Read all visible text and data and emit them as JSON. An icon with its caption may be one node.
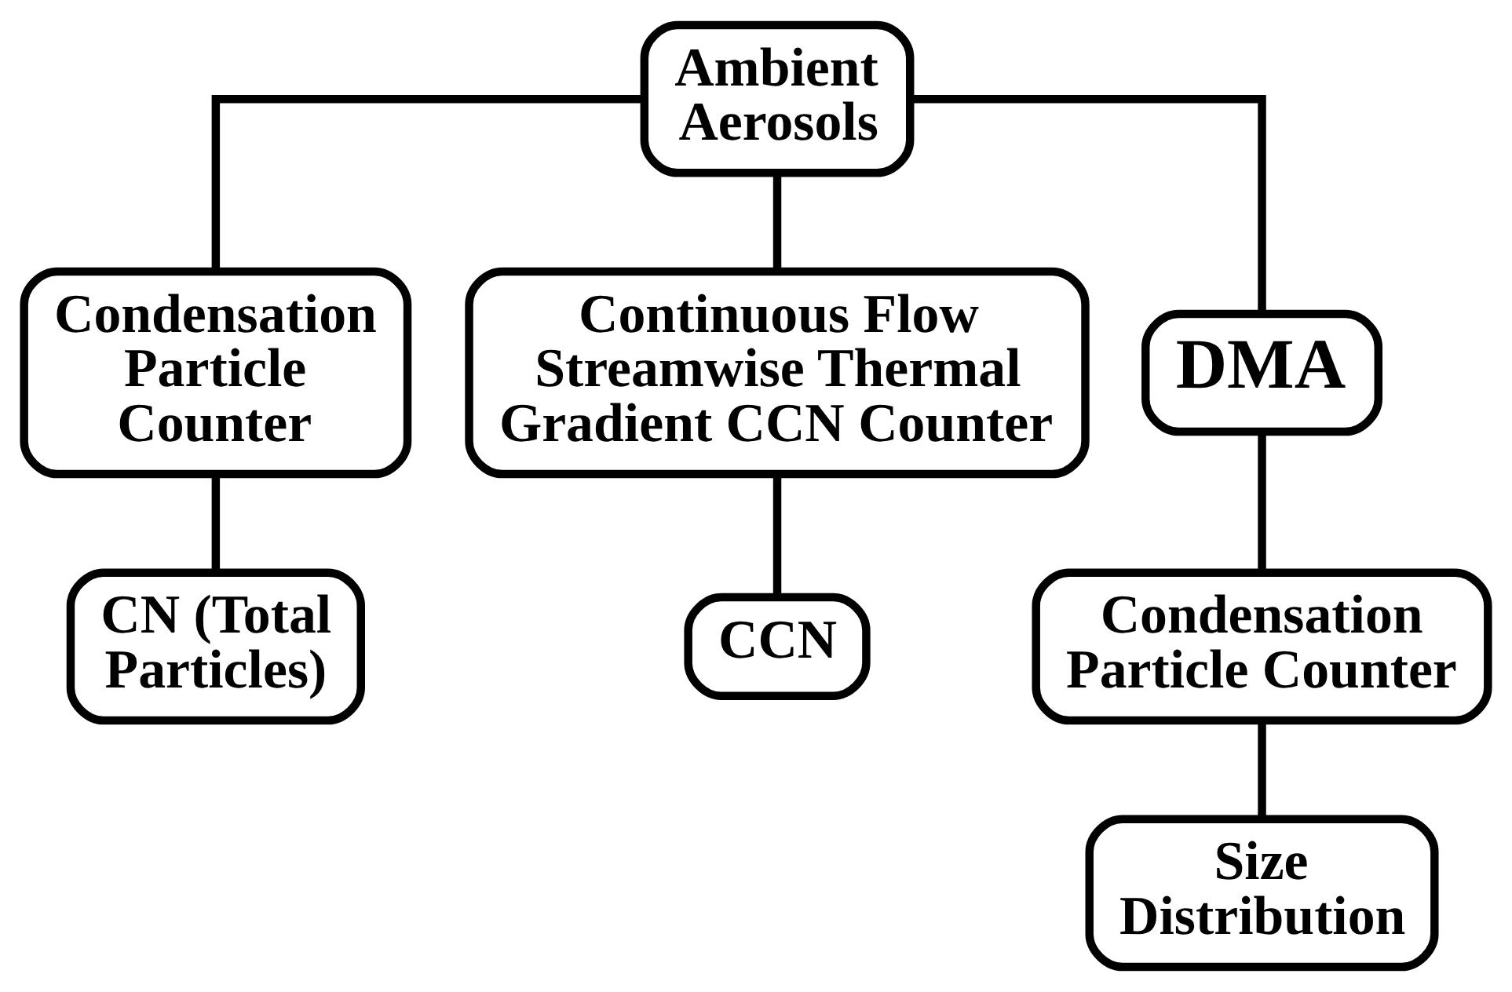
{
  "diagram": {
    "nodes": [
      {
        "text": [
          "Ambient Aerosols"
        ]
      },
      {
        "text": [
          "Condensation Particle Counter"
        ]
      },
      {
        "text": [
          "Continuous Flow Streamwise Thermal Gradient CCN Counter"
        ]
      },
      {
        "text": [
          "DMA"
        ]
      },
      {
        "text": [
          "CN (Total Particles)"
        ]
      },
      {
        "text": [
          "CCN"
        ]
      },
      {
        "text": [
          "Condensation Particle Counter"
        ]
      },
      {
        "text": [
          "Size Distribution"
        ]
      }
    ],
    "edges": [
      {
        "from": 0,
        "to": 1,
        "arrow": "none"
      },
      {
        "from": 0,
        "to": 2,
        "arrow": "none"
      },
      {
        "from": 0,
        "to": 3,
        "arrow": "none"
      },
      {
        "from": 1,
        "to": 4,
        "arrow": "none"
      },
      {
        "from": 2,
        "to": 5,
        "arrow": "none"
      },
      {
        "from": 3,
        "to": 6,
        "arrow": "none"
      },
      {
        "from": 6,
        "to": 7,
        "arrow": "none"
      }
    ]
  }
}
